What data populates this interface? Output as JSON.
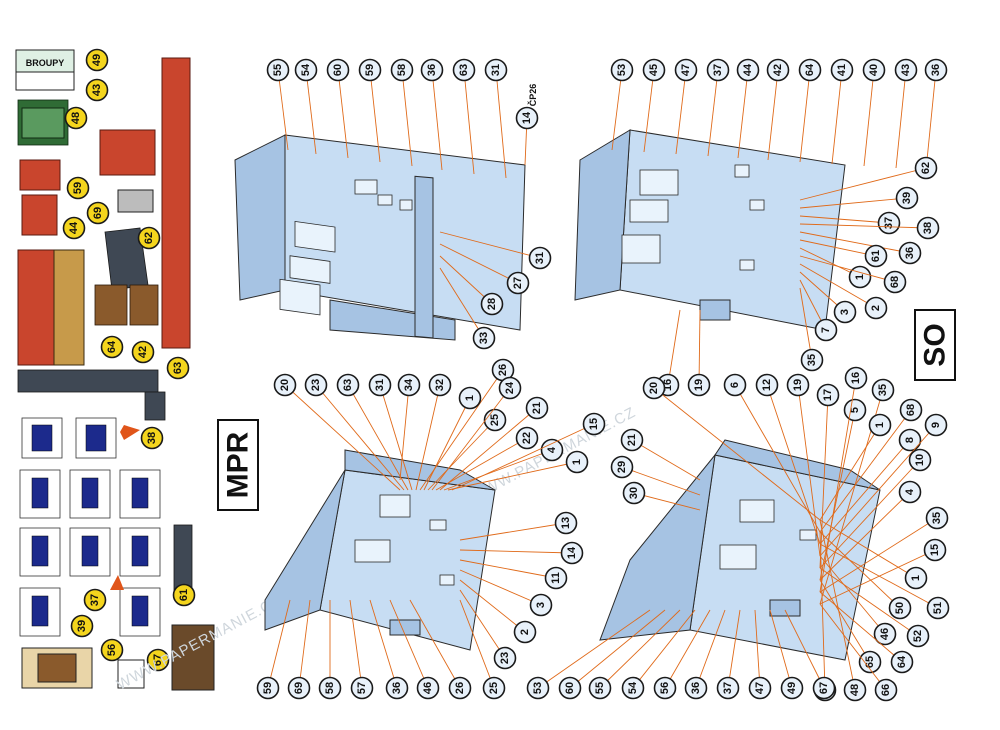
{
  "parts_strip": {
    "banner_label": "BROUPY",
    "callouts": [
      "49",
      "43",
      "48",
      "59",
      "69",
      "44",
      "62",
      "64",
      "42",
      "63",
      "38",
      "37",
      "39",
      "56",
      "67",
      "61"
    ]
  },
  "top_left_view": {
    "code_label": "ČP26",
    "callouts_top": [
      "55",
      "54",
      "60",
      "59",
      "58",
      "36",
      "63",
      "31"
    ],
    "callout_right": "14",
    "callouts_side": [
      "31",
      "27",
      "28",
      "33"
    ]
  },
  "top_right_view": {
    "callouts_top": [
      "53",
      "45",
      "47",
      "37",
      "44",
      "42",
      "64",
      "41",
      "40",
      "43",
      "36"
    ],
    "callouts_side": [
      "62",
      "39",
      "37",
      "38",
      "36",
      "61",
      "1",
      "68",
      "2",
      "3",
      "7",
      "35"
    ],
    "callouts_bottom": [
      "16",
      "19"
    ]
  },
  "bottom_left_view": {
    "label": "MPR",
    "callouts_top": [
      "20",
      "23",
      "63",
      "31",
      "32",
      "26",
      "1",
      "25",
      "24",
      "22",
      "21",
      "4",
      "1",
      "15"
    ],
    "callout_middle": "34",
    "callouts_side": [
      "13",
      "14",
      "11",
      "3",
      "2",
      "23",
      "25"
    ],
    "callouts_bottom": [
      "59",
      "69",
      "58",
      "57",
      "36",
      "46",
      "26"
    ]
  },
  "bottom_right_view": {
    "label": "SO",
    "callouts_top": [
      "20",
      "6",
      "12",
      "19",
      "17",
      "5",
      "16",
      "35",
      "1",
      "68",
      "8",
      "9",
      "10",
      "4",
      "35",
      "15",
      "1",
      "50",
      "51",
      "46",
      "52",
      "65",
      "64",
      "66",
      "48",
      "67"
    ],
    "callouts_left": [
      "21",
      "29",
      "30"
    ],
    "callouts_bottom": [
      "53",
      "60",
      "55",
      "54",
      "56",
      "36",
      "37",
      "47",
      "49",
      "67"
    ]
  },
  "watermark": {
    "text": "WWW.PAPERMANIE.CZ - WWW.PAPERMANIE.CZ - WWW.PAPERMANIE.CZ"
  },
  "colors": {
    "building_blue": "#c7ddf3",
    "roof_red": "#c9452d",
    "callout_yellow": "#f4d51d",
    "leader_orange": "#e06a1a"
  }
}
